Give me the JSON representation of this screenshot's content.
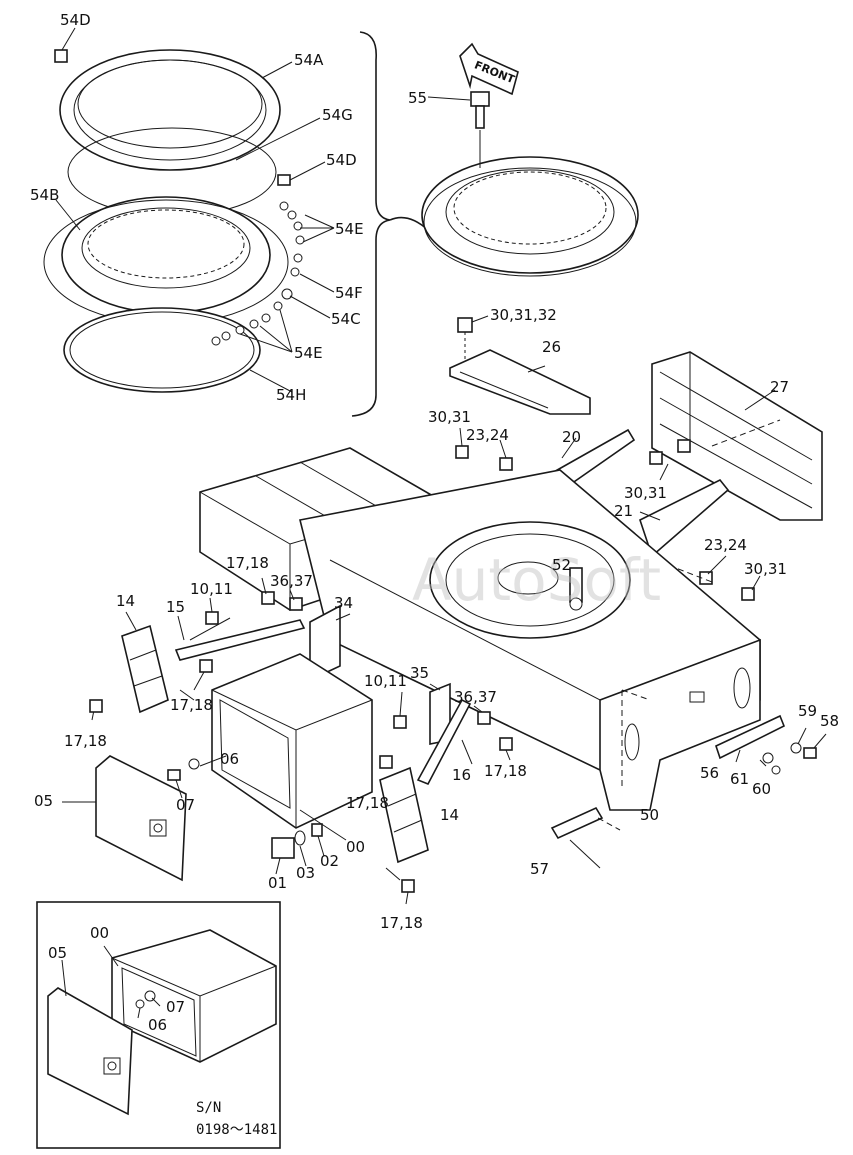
{
  "diagram": {
    "front_arrow_text": "FRONT",
    "watermark": "AutoSoft",
    "serial_label": "S/N",
    "serial_range": "0198～1481",
    "callouts": [
      {
        "id": "c-54d-top",
        "text": "54D"
      },
      {
        "id": "c-54a",
        "text": "54A"
      },
      {
        "id": "c-54g",
        "text": "54G"
      },
      {
        "id": "c-54d-mid",
        "text": "54D"
      },
      {
        "id": "c-54b",
        "text": "54B"
      },
      {
        "id": "c-54e-top",
        "text": "54E"
      },
      {
        "id": "c-54f",
        "text": "54F"
      },
      {
        "id": "c-54c",
        "text": "54C"
      },
      {
        "id": "c-54e-bot",
        "text": "54E"
      },
      {
        "id": "c-54h",
        "text": "54H"
      },
      {
        "id": "c-55",
        "text": "55"
      },
      {
        "id": "c-30-31-32",
        "text": "30,31,32"
      },
      {
        "id": "c-26",
        "text": "26"
      },
      {
        "id": "c-27",
        "text": "27"
      },
      {
        "id": "c-30-31-a",
        "text": "30,31"
      },
      {
        "id": "c-23-24-a",
        "text": "23,24"
      },
      {
        "id": "c-20",
        "text": "20"
      },
      {
        "id": "c-30-31-b",
        "text": "30,31"
      },
      {
        "id": "c-21",
        "text": "21"
      },
      {
        "id": "c-23-24-b",
        "text": "23,24"
      },
      {
        "id": "c-30-31-c",
        "text": "30,31"
      },
      {
        "id": "c-52",
        "text": "52"
      },
      {
        "id": "c-17-18-a",
        "text": "17,18"
      },
      {
        "id": "c-36-37-a",
        "text": "36,37"
      },
      {
        "id": "c-10-11-a",
        "text": "10,11"
      },
      {
        "id": "c-34",
        "text": "34"
      },
      {
        "id": "c-14-a",
        "text": "14"
      },
      {
        "id": "c-15",
        "text": "15"
      },
      {
        "id": "c-17-18-b",
        "text": "17,18"
      },
      {
        "id": "c-17-18-c",
        "text": "17,18"
      },
      {
        "id": "c-10-11-b",
        "text": "10,11"
      },
      {
        "id": "c-35",
        "text": "35"
      },
      {
        "id": "c-36-37-b",
        "text": "36,37"
      },
      {
        "id": "c-16",
        "text": "16"
      },
      {
        "id": "c-17-18-d",
        "text": "17,18"
      },
      {
        "id": "c-07-a",
        "text": "07"
      },
      {
        "id": "c-06-a",
        "text": "06"
      },
      {
        "id": "c-05-a",
        "text": "05"
      },
      {
        "id": "c-17-18-e",
        "text": "17,18"
      },
      {
        "id": "c-14-b",
        "text": "14"
      },
      {
        "id": "c-00-a",
        "text": "00"
      },
      {
        "id": "c-01",
        "text": "01"
      },
      {
        "id": "c-03",
        "text": "03"
      },
      {
        "id": "c-02",
        "text": "02"
      },
      {
        "id": "c-17-18-f",
        "text": "17,18"
      },
      {
        "id": "c-50",
        "text": "50"
      },
      {
        "id": "c-57",
        "text": "57"
      },
      {
        "id": "c-56",
        "text": "56"
      },
      {
        "id": "c-59",
        "text": "59"
      },
      {
        "id": "c-58",
        "text": "58"
      },
      {
        "id": "c-61",
        "text": "61"
      },
      {
        "id": "c-60",
        "text": "60"
      },
      {
        "id": "c-00-b",
        "text": "00"
      },
      {
        "id": "c-05-b",
        "text": "05"
      },
      {
        "id": "c-07-b",
        "text": "07"
      },
      {
        "id": "c-06-b",
        "text": "06"
      }
    ]
  }
}
